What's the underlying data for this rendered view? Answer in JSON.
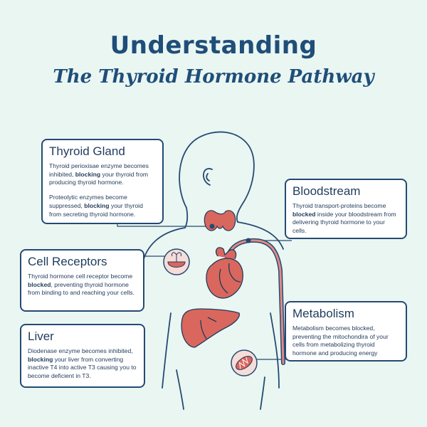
{
  "title": {
    "line1": "Understanding",
    "line2": "The Thyroid Hormone Pathway"
  },
  "colors": {
    "background": "#eaf6f2",
    "navy": "#254a73",
    "organ_red": "#d9675e",
    "organ_outline": "#1f3b5c"
  },
  "cards": {
    "thyroid": {
      "heading": "Thyroid Gland",
      "p1": {
        "pre": "Thyroid perioxisae enzyme becomes inhibited, ",
        "bold": "blocking",
        "post": " your thyroid from producing thyroid hormone."
      },
      "p2": {
        "pre": "Proteolytic enzymes become suppressed, ",
        "bold": "blocking",
        "post": " your thyroid from secreting thyroid hormone."
      }
    },
    "bloodstream": {
      "heading": "Bloodstream",
      "p1": {
        "pre": "Thyroid transport-proteins become ",
        "bold": "blocked",
        "post": " inside your bloodstream from delivering thyroid hormone to your cells."
      }
    },
    "receptors": {
      "heading": "Cell Receptors",
      "p1": {
        "pre": "Thyroid hormone cell receptor become ",
        "bold": "blocked",
        "post": ", preventing thyroid hormone from binding to and reaching your cells."
      }
    },
    "metabolism": {
      "heading": "Metabolism",
      "p1": {
        "pre": "Metabolism becomes blocked, preventing the mitochondira of your cells from metabolizing thyroid hormone and producing energy",
        "bold": "",
        "post": ""
      }
    },
    "liver": {
      "heading": "Liver",
      "p1": {
        "pre": "Diodenase enzyme becomes inhibited, ",
        "bold": "blocking",
        "post": " your liver from converting inactive T4 into active T3 causing you to become deficient in T3."
      }
    }
  }
}
